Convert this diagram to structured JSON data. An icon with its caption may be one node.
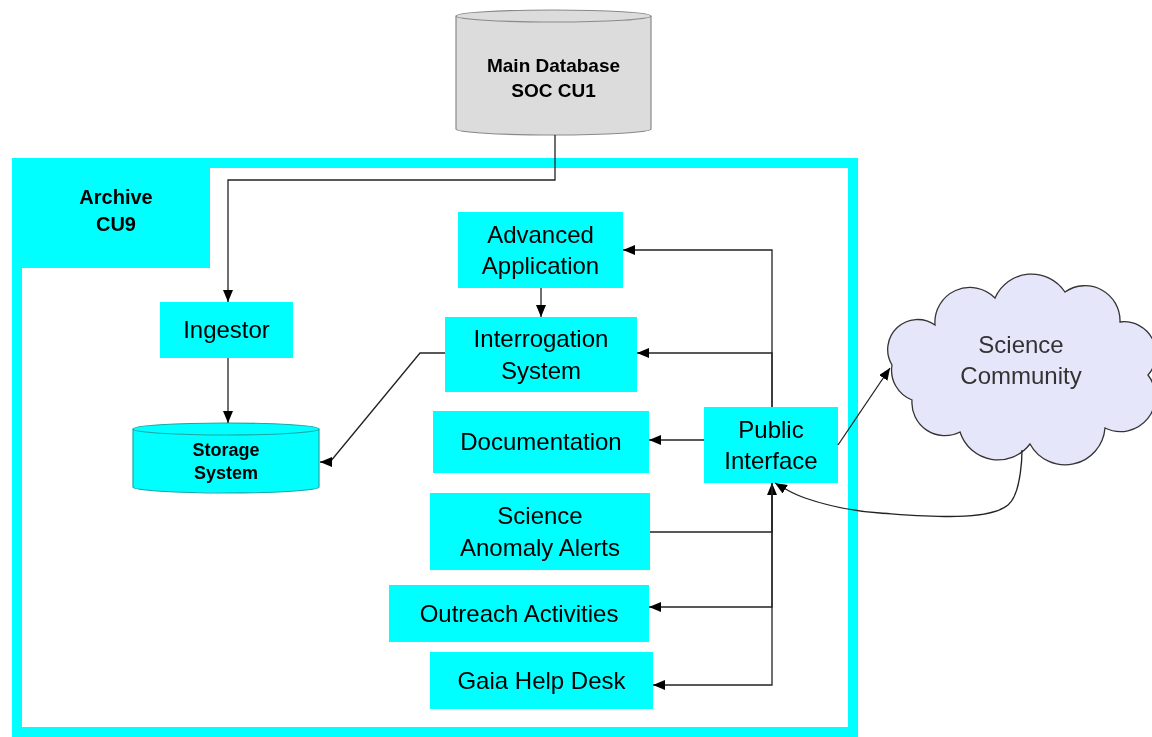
{
  "diagram": {
    "nodes": [
      {
        "text": [
          "Main Database SOC CU1"
        ]
      },
      {
        "text": [
          "Archive CU9"
        ]
      },
      {
        "text": [
          "Ingestor"
        ],
        "in": 1
      },
      {
        "text": [
          "Storage System"
        ],
        "in": 1
      },
      {
        "text": [
          "Advanced Application"
        ],
        "in": 1
      },
      {
        "text": [
          "Interrogation System"
        ],
        "in": 1
      },
      {
        "text": [
          "Documentation"
        ],
        "in": 1
      },
      {
        "text": [
          "Public Interface"
        ],
        "in": 1
      },
      {
        "text": [
          "Science Anomaly Alerts"
        ],
        "in": 1
      },
      {
        "text": [
          "Outreach Activities"
        ],
        "in": 1
      },
      {
        "text": [
          "Gaia Help Desk"
        ],
        "in": 1
      },
      {
        "text": [
          "Science Community"
        ]
      }
    ],
    "edges": [
      {
        "from": 0,
        "to": 2,
        "arrow": "to"
      },
      {
        "from": 2,
        "to": 3,
        "arrow": "to"
      },
      {
        "from": 5,
        "to": 3,
        "arrow": "to"
      },
      {
        "from": 4,
        "to": 5,
        "arrow": "to"
      },
      {
        "from": 7,
        "to": 4,
        "arrow": "to"
      },
      {
        "from": 7,
        "to": 5,
        "arrow": "to"
      },
      {
        "from": 7,
        "to": 6,
        "arrow": "to"
      },
      {
        "from": 8,
        "to": 7,
        "arrow": "to"
      },
      {
        "from": 7,
        "to": 9,
        "arrow": "to"
      },
      {
        "from": 7,
        "to": 10,
        "arrow": "to"
      },
      {
        "from": 7,
        "to": 11,
        "arrow": "to"
      },
      {
        "from": 11,
        "to": 7,
        "arrow": "to"
      }
    ]
  }
}
